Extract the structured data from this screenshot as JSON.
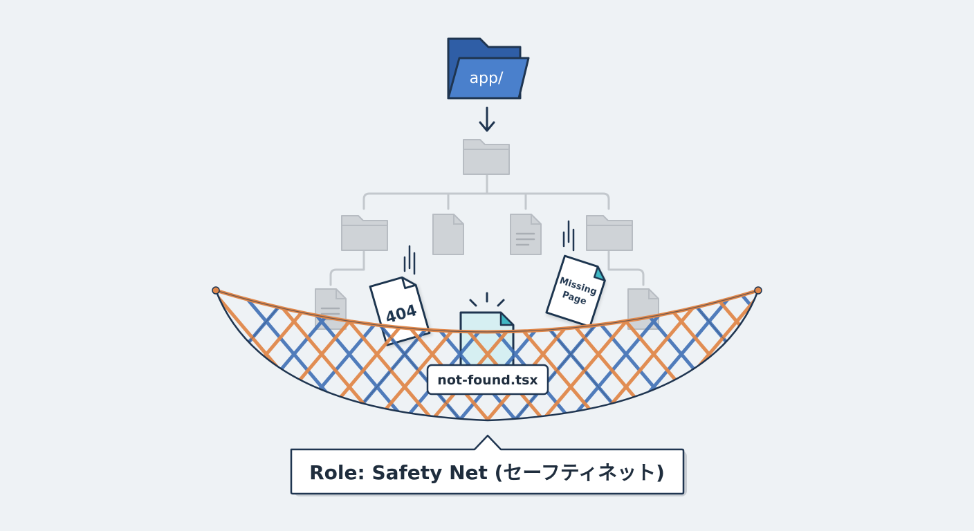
{
  "root_folder": {
    "label": "app/",
    "icon": "folder-open-icon"
  },
  "nodes": {
    "level1": "folder-icon",
    "level2": [
      "folder-icon",
      "file-icon",
      "file-text-icon",
      "folder-icon"
    ],
    "level3": [
      "file-text-icon",
      "file-icon"
    ]
  },
  "falling_pages": {
    "error_code": "404",
    "missing_page": [
      "Missing",
      "Page"
    ]
  },
  "catch_file": {
    "label": "not-found.tsx",
    "icon": "file-icon"
  },
  "role_callout": {
    "label": "Role: Safety Net (セーフティネット)"
  },
  "colors": {
    "background": "#eef2f5",
    "root_folder": "#3f74c0",
    "node_gray": "#cfd3d7",
    "line_gray": "#c3c8cd",
    "net_orange": "#e0874a",
    "net_blue": "#3f6fb5",
    "catch_file": "#d6eff2",
    "dark_text": "#1f2d3d"
  }
}
